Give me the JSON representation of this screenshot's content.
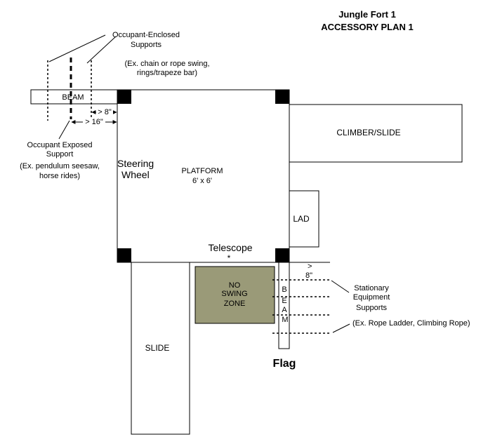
{
  "title": {
    "line1": "Jungle Fort 1",
    "line2": "ACCESSORY PLAN 1"
  },
  "labels": {
    "beam_horizontal": "BEAM",
    "climber_slide": "CLIMBER/SLIDE",
    "platform_name": "PLATFORM",
    "platform_size": "6' x 6'",
    "steering_wheel_1": "Steering",
    "steering_wheel_2": "Wheel",
    "lad": "LAD",
    "telescope": "Telescope",
    "telescope_mark": "*",
    "slide": "SLIDE",
    "no_swing_1": "NO",
    "no_swing_2": "SWING",
    "no_swing_3": "ZONE",
    "beam_vertical": [
      "B",
      "E",
      "A",
      "M"
    ],
    "flag": "Flag"
  },
  "annotations": {
    "occupant_enclosed": {
      "line1": "Occupant-Enclosed",
      "line2": "Supports",
      "example1": "(Ex. chain or rope swing,",
      "example2": "rings/trapeze bar)"
    },
    "occupant_exposed": {
      "line1": "Occupant Exposed",
      "line2": "Support",
      "example1": "(Ex. pendulum seesaw,",
      "example2": "horse rides)"
    },
    "stationary": {
      "line1": "Stationary",
      "line2": "Equipment",
      "line3": "Supports",
      "example": "(Ex. Rope Ladder, Climbing Rope)"
    }
  },
  "dimensions": {
    "enclosed_gap": "> 8\"",
    "exposed_gap": "> 16\"",
    "stationary_gap_1": ">",
    "stationary_gap_2": "8\""
  },
  "colors": {
    "no_swing_zone_fill": "#9a9a78",
    "posts": "#000000",
    "lines": "#000000"
  }
}
